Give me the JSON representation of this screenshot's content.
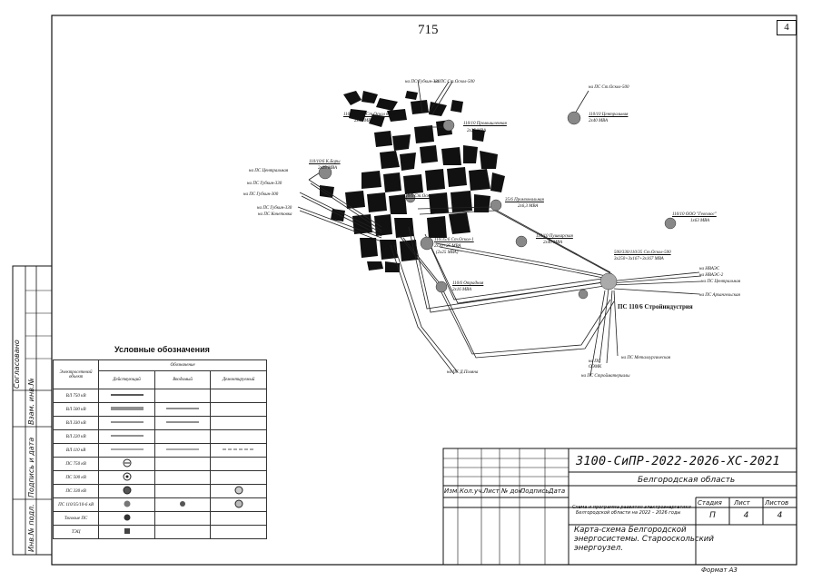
{
  "page_number": "715",
  "sheet_tag": "4",
  "side_labels": {
    "soglasovano": "Согласовано",
    "vzam_inv": "Взам. инв.№",
    "podpis_data": "Подпись и дата",
    "inv_podl": "Инв.№ подл."
  },
  "map": {
    "labels": {
      "ps_gubkin_st_oskol": "на ПС Губкин-330",
      "ps_st_oskol_500": "на ПС Ст.Оскол-500",
      "ps_st_oskol_500_top": "на ПС Ст.Оскол-500",
      "ps_kotel": "110/10 Котельная",
      "ps_kotel_mva": "2х40 МВА",
      "ps_stoskol_ii": "110/27,5/10 Ст.Оскол тяга",
      "ps_prom": "110/10 Промышленная",
      "ps_prom_mva": "2х25 МВА",
      "ps_kboryi": "110/10/6 К.Боры",
      "ps_kboryi_mva": "2х25 МВА",
      "na_ps_tsentr": "на ПС Центральная",
      "na_ps_gubkin_330": "на ПС Губкин-330",
      "na_ps_gubkin_300": "на ПС Губкин-300",
      "na_ps_gubkin_320": "на ПС Губкин-330",
      "na_ps_kochetovka": "на ПС Кочетовка",
      "ps_centralnaya": "110/10 Центральная",
      "ps_centralnaya_mva": "2х40 МВА",
      "ps_ooo_geoplus": "110/10 ООО \"Геоплюс\"",
      "ps_ooo_mva": "1х63 МВА",
      "ps_promyshlennaya": "35/6 Промзональная",
      "ps_promyshlennaya_mva": "2х6,3 МВА",
      "ps_stoskol1": "110/35/6 Ст.Оскол-1",
      "ps_stoskol1_mva": "2х20+25 МВА",
      "ps_stoskol1_mva2": "(2х25 МВА)",
      "ps_pryamaya": "110/10 Пушкарская",
      "ps_pryamaya_mva": "2х40 МВА",
      "ps_500": "500/330/110/35 Ст.Оскол-500",
      "ps_500_mva": "3х250+3х167+3х167 МВА",
      "ps_otradnoe": "110/6 Отрадная",
      "ps_otradnoe_mva": "2х16 МВА",
      "ps_stroyindustriya": "ПС 110/6 Стройиндустрия",
      "na_nvaes": "на НВАЭС",
      "na_nvaes2": "на НВАЭС-2",
      "na_ps_tsentralnaya": "на ПС Центральная",
      "na_ps_arhangelskaya": "на ПС Архангельская",
      "na_ps_metallurg": "на ПС Металлургическая",
      "na_ps_oemk": "на ПС ОЭМК",
      "na_ps_stroymat": "на ПС Стройматериалы",
      "na_ps_polyana": "на ПС Д.Поляна",
      "ps_stoskol_label": "110/6 Ст.Оскол"
    }
  },
  "legend": {
    "title": "Условные обозначения",
    "header": {
      "element": "Электросетевой объект",
      "designation": "Обозначение",
      "existing": "Действующий",
      "planned": "Вводимый",
      "dismantled": "Демонтируемый"
    },
    "rows": [
      "ВЛ 750 кВ",
      "ВЛ 500 кВ",
      "ВЛ 330 кВ",
      "ВЛ 220 кВ",
      "ВЛ 110 кВ",
      "ПС 750 кВ",
      "ПС 500 кВ",
      "ПС 330 кВ",
      "ПС 110/35/10-6 кВ",
      "Тяговые ПС",
      "ТЭЦ"
    ]
  },
  "title_block": {
    "code": "3100-СиПР-2022-2026-ХС-2021",
    "region": "Белгородская область",
    "col_headers": [
      "Изм.",
      "Кол.уч.",
      "Лист",
      "№ док.",
      "Подпись",
      "Дата"
    ],
    "description_line1": "Схема и программа развития электроэнергетики",
    "description_line2": "Белгородской области на 2022 – 2026 годы",
    "stage_label": "Стадия",
    "sheet_label": "Лист",
    "sheets_label": "Листов",
    "stage_value": "П",
    "sheet_value": "4",
    "sheets_value": "4",
    "map_title_line1": "Карта-схема Белгородской",
    "map_title_line2": "энергосистемы. Старооскольский",
    "map_title_line3": "энергоузел.",
    "format": "Формат А3"
  }
}
